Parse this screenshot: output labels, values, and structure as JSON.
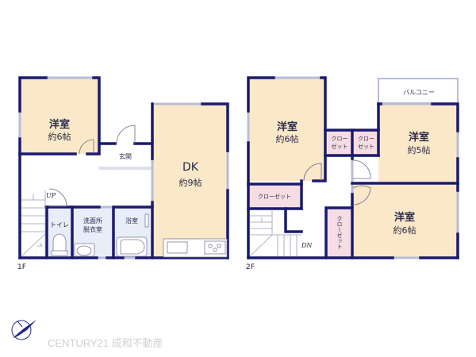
{
  "colors": {
    "wall": "#1a1a6e",
    "room_fill": "#fae8c8",
    "wet_fill": "#e8eef8",
    "closet_fill": "#f5dde3",
    "window": "#b8bcd8",
    "brand_text": "#cfcfd6"
  },
  "floor1": {
    "label": "1F",
    "rooms": [
      {
        "name": "洋室",
        "size": "約6帖"
      },
      {
        "name": "玄関"
      },
      {
        "name": "DK",
        "size": "約9帖"
      },
      {
        "name": "トイレ"
      },
      {
        "name": "洗面所\n脱衣室",
        "line1": "洗面所",
        "line2": "脱衣室"
      },
      {
        "name": "浴室"
      }
    ],
    "stairs_label": "UP"
  },
  "floor2": {
    "label": "2F",
    "rooms": [
      {
        "name": "洋室",
        "size": "約6帖"
      },
      {
        "name": "洋室",
        "size": "約5帖"
      },
      {
        "name": "洋室",
        "size": "約6帖"
      },
      {
        "name": "バルコニー"
      }
    ],
    "closets": [
      {
        "line1": "クロー",
        "line2": "ゼット"
      },
      {
        "line1": "クロー",
        "line2": "ゼット"
      },
      {
        "name": "クローゼット"
      },
      {
        "name": "クローゼット"
      }
    ],
    "stairs_label": "DN"
  },
  "brand": {
    "text": "CENTURY21 成和不動産",
    "logo_icon": "bird-compass-logo-icon"
  }
}
